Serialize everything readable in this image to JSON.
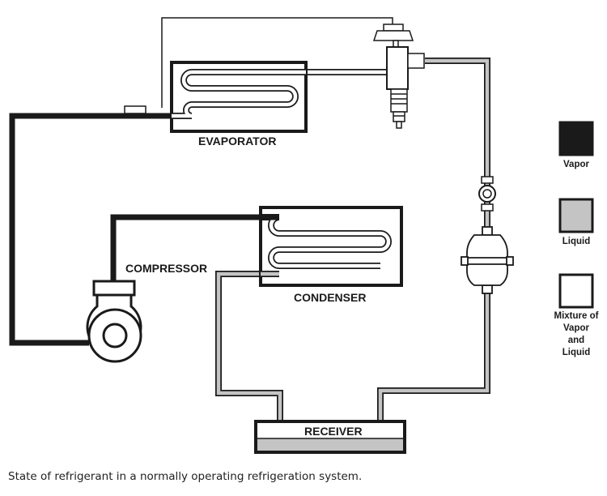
{
  "labels": {
    "evaporator": "EVAPORATOR",
    "compressor": "COMPRESSOR",
    "condenser": "CONDENSER",
    "receiver": "RECEIVER"
  },
  "legend": {
    "vapor": "Vapor",
    "liquid": "Liquid",
    "mixture": [
      "Mixture of",
      "Vapor",
      "and",
      "Liquid"
    ]
  },
  "caption": "State of refrigerant in a normally operating refrigeration system.",
  "colors": {
    "vapor": "#1a1a1a",
    "liquid": "#c4c4c4",
    "mixture": "#ffffff",
    "outline": "#1a1a1a"
  }
}
